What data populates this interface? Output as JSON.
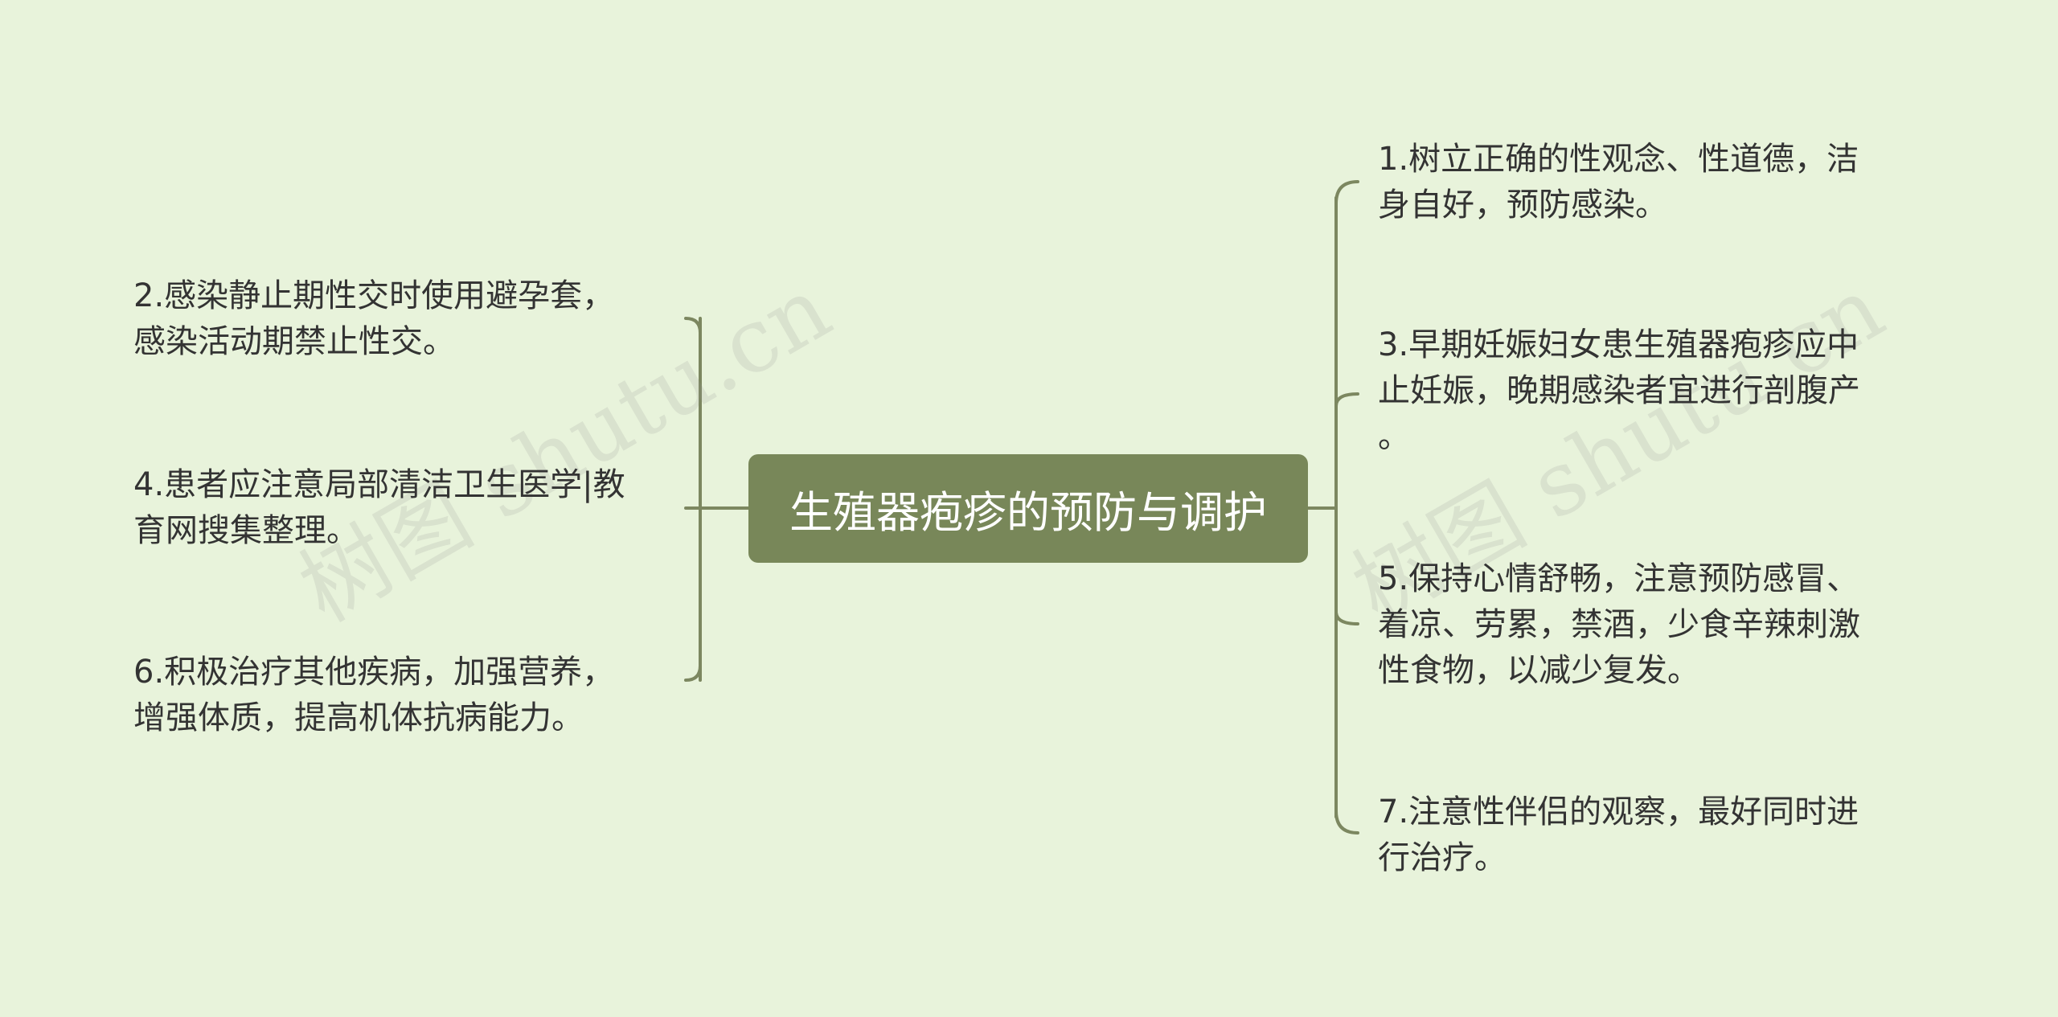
{
  "colors": {
    "background": "#e8f3db",
    "center_fill": "#788759",
    "connector": "#7c8760",
    "text": "#333333"
  },
  "mindmap": {
    "center": "生殖器疱疹的预防与调护",
    "left": [
      "2.感染静止期性交时使用避孕套，\n感染活动期禁止性交。",
      "4.患者应注意局部清洁卫生医学|教\n育网搜集整理。",
      "6.积极治疗其他疾病，加强营养，\n增强体质，提高机体抗病能力。"
    ],
    "right": [
      "1.树立正确的性观念、性道德，洁\n身自好，预防感染。",
      "3.早期妊娠妇女患生殖器疱疹应中\n止妊娠，晚期感染者宜进行剖腹产\n。",
      "5.保持心情舒畅，注意预防感冒、\n着凉、劳累，禁酒，少食辛辣刺激\n性食物，以减少复发。",
      "7.注意性伴侣的观察，最好同时进\n行治疗。"
    ]
  },
  "watermark": {
    "text": "树图 shutu.cn"
  }
}
